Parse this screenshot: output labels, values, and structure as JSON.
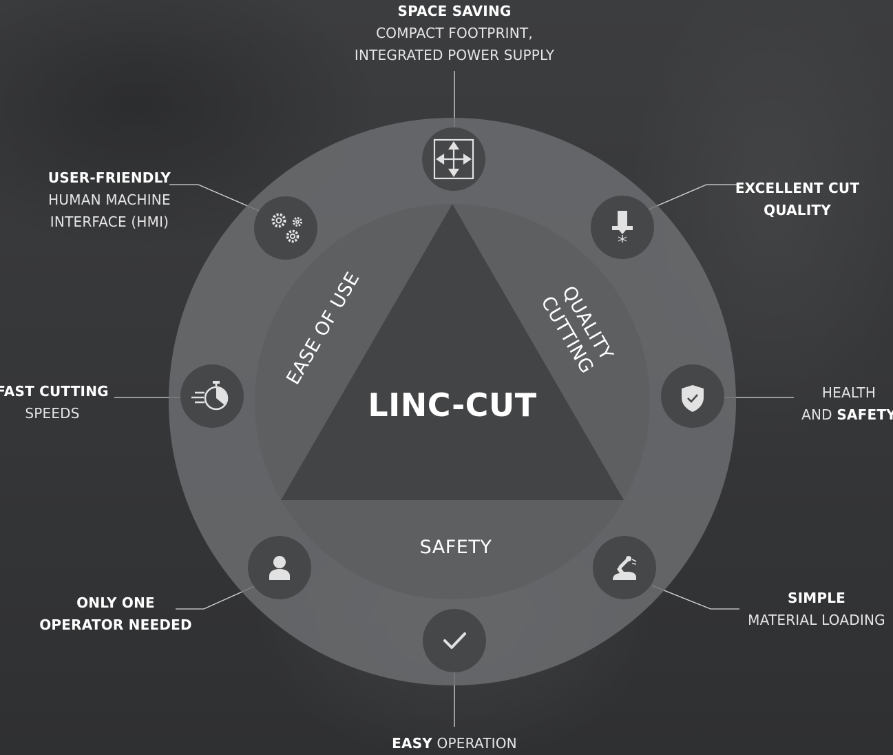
{
  "colors": {
    "background": "#3a3b3d",
    "outer_ring": "#6e6f71",
    "inner_disc": "#5d5e60",
    "triangle": "#434446",
    "icon_circle": "#464749",
    "icon_glyph": "#e2e2e2",
    "connector_line": "#d8d8d8",
    "text": "#ffffff"
  },
  "center": {
    "title": "LINC-CUT"
  },
  "triangle_sides": {
    "left": "EASE OF USE",
    "right_line1": "QUALITY",
    "right_line2": "CUTTING",
    "bottom": "SAFETY"
  },
  "nodes": [
    {
      "id": "space-saving",
      "icon": "move-arrows-icon",
      "bold": "SPACE SAVING",
      "line1": "COMPACT FOOTPRINT,",
      "line2": "INTEGRATED POWER SUPPLY"
    },
    {
      "id": "cut-quality",
      "icon": "laser-cutter-icon",
      "bold1": "EXCELLENT CUT",
      "bold2": "QUALITY"
    },
    {
      "id": "health-safety",
      "icon": "shield-check-icon",
      "line1": "HEALTH",
      "prefix": "AND ",
      "bold": "SAFETY"
    },
    {
      "id": "material-loading",
      "icon": "robot-arm-icon",
      "bold": "SIMPLE",
      "line1": "MATERIAL LOADING"
    },
    {
      "id": "easy-operation",
      "icon": "checkmark-icon",
      "bold": "EASY",
      "suffix": " OPERATION"
    },
    {
      "id": "one-operator",
      "icon": "person-icon",
      "bold1": "ONLY ONE",
      "bold2": "OPERATOR",
      "suffix": " NEEDED"
    },
    {
      "id": "fast-cutting",
      "icon": "stopwatch-icon",
      "bold": "FAST CUTTING",
      "line1": "SPEEDS"
    },
    {
      "id": "user-friendly",
      "icon": "gears-icon",
      "bold": "USER-FRIENDLY",
      "line1": "HUMAN MACHINE",
      "line2": "INTERFACE (HMI)"
    }
  ]
}
